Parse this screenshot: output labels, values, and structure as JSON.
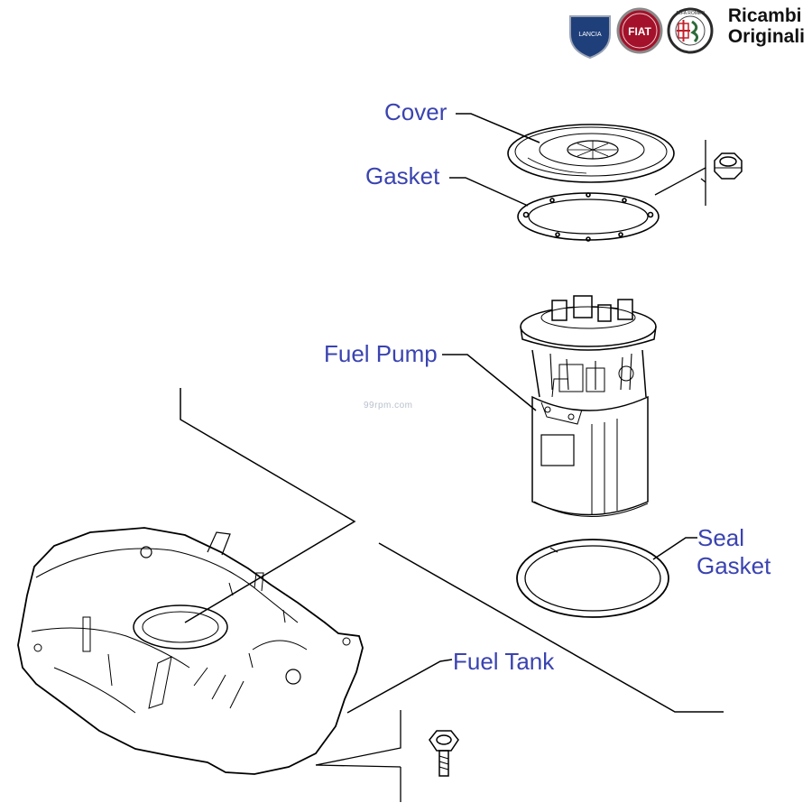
{
  "brand": {
    "line1": "Ricambi",
    "line2": "Originali",
    "logos": [
      {
        "text": "LANCIA",
        "color": "#1f3f7a"
      },
      {
        "text": "FIAT",
        "color": "#a3122a"
      },
      {
        "text": "ALFA ROMEO",
        "color": "#2e6b3a"
      }
    ]
  },
  "watermark": "99rpm.com",
  "labels": {
    "cover": "Cover",
    "gasket": "Gasket",
    "fuel_pump": "Fuel Pump",
    "seal_gasket_1": "Seal",
    "seal_gasket_2": "Gasket",
    "fuel_tank": "Fuel Tank"
  },
  "colors": {
    "label": "#3a43b0",
    "linework": "#000000"
  }
}
